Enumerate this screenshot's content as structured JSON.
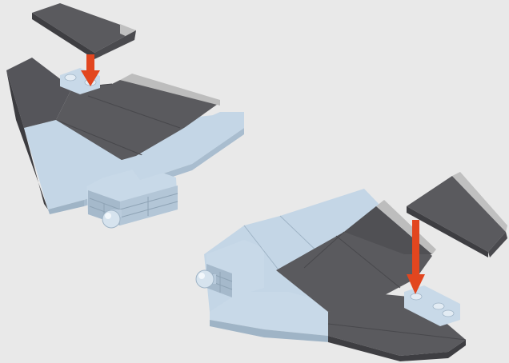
{
  "colors": {
    "background": "#e9e9e9",
    "dark_gray_top": "#5a5a5e",
    "dark_gray_side": "#3e3e42",
    "light_bluish_gray_top": "#c4d6e6",
    "light_bluish_gray_side": "#9fb4c6",
    "light_gray_edge": "#b8b8b8",
    "arrow_orange": "#e2461f"
  },
  "steps": [
    {
      "name": "assembly-step-left",
      "direction": "down"
    },
    {
      "name": "assembly-step-right",
      "direction": "down"
    }
  ]
}
